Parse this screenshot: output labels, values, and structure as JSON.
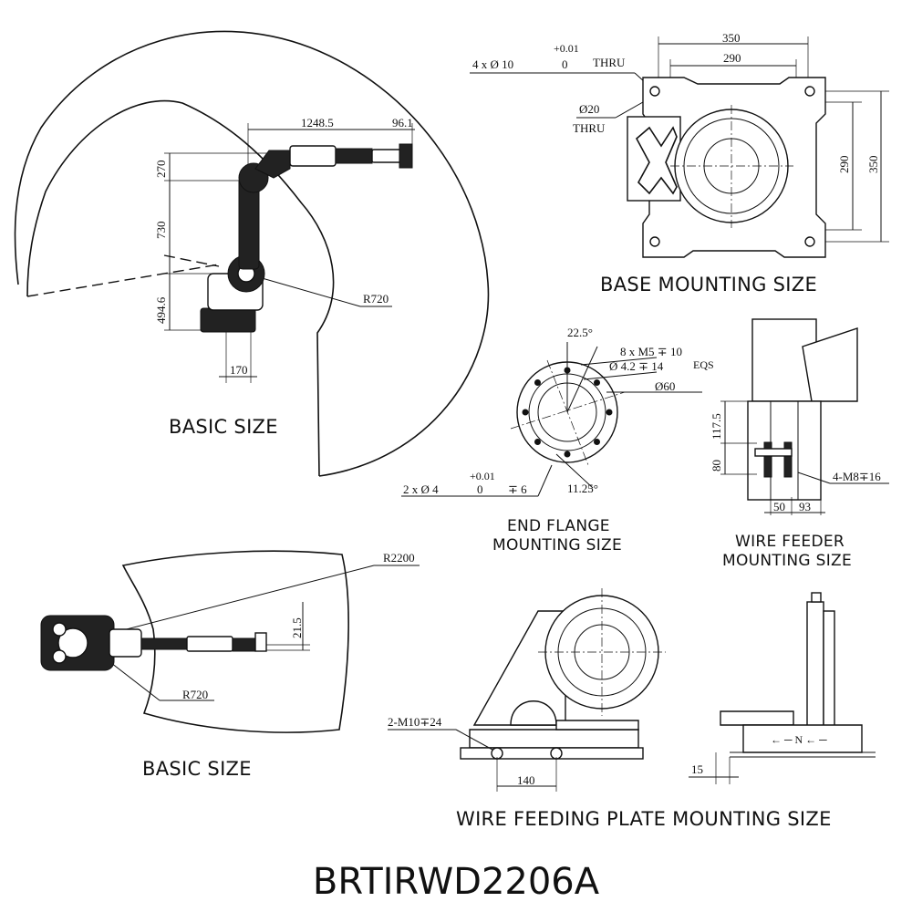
{
  "model": "BRTIRWD2206A",
  "captions": {
    "basic_size_side": "BASIC SIZE",
    "basic_size_top": "BASIC SIZE",
    "base_mounting": "BASE MOUNTING SIZE",
    "end_flange_line1": "END FLANGE",
    "end_flange_line2": "MOUNTING SIZE",
    "wire_feeder_line1": "WIRE FEEDER",
    "wire_feeder_line2": "MOUNTING SIZE",
    "wire_plate": "WIRE FEEDING PLATE MOUNTING SIZE"
  },
  "side_view": {
    "reach": "1248.5",
    "flange_offset": "96.1",
    "d270": "270",
    "d730": "730",
    "d494": "494.6",
    "d170": "170",
    "r720": "R720"
  },
  "top_view": {
    "r2200": "R2200",
    "d21": "21.5",
    "r720": "R720"
  },
  "base": {
    "hole_tol": "+0.01",
    "hole_spec": "4 x Ø 10",
    "hole_zero": "0",
    "thru1": "THRU",
    "bore": "Ø20",
    "thru2": "THRU",
    "w350": "350",
    "w290": "290",
    "h290": "290",
    "h350": "350"
  },
  "flange": {
    "angle1": "22.5°",
    "screw": "8 x M5 ∓ 10",
    "drill": "Ø 4.2 ∓ 14",
    "eqs": "EQS",
    "pcd": "Ø60",
    "pin_tol": "+0.01",
    "pin_spec": "2 x Ø 4",
    "pin_zero": "0",
    "pin_depth": "∓ 6",
    "angle2": "11.25°"
  },
  "feeder": {
    "h117": "117.5",
    "h80": "80",
    "w50": "50",
    "w93": "93",
    "thread": "4-M8∓16"
  },
  "plate": {
    "thread": "2-M10∓24",
    "w140": "140",
    "d15": "15"
  }
}
